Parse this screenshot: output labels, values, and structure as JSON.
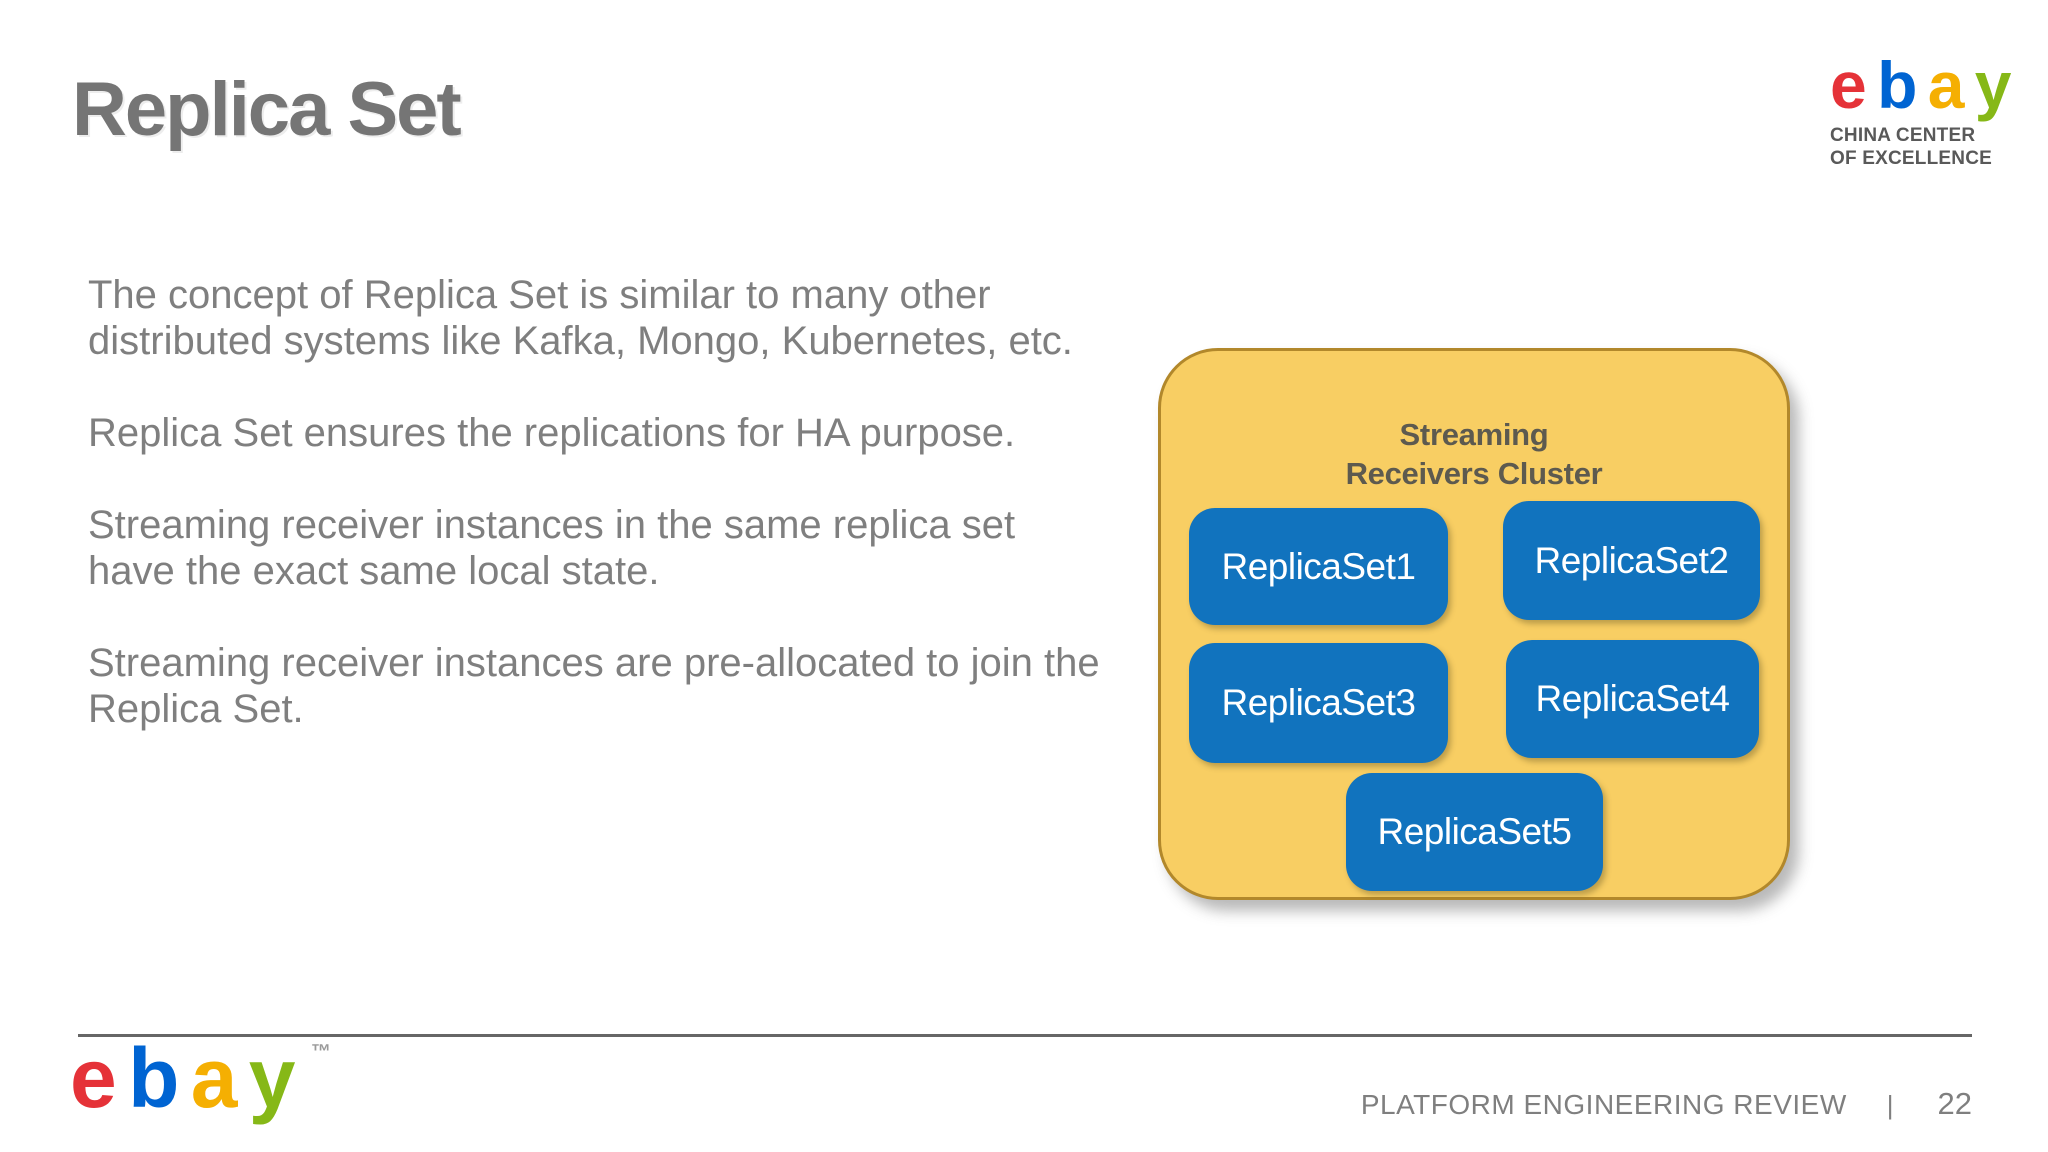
{
  "header": {
    "title": "Replica Set"
  },
  "brand": {
    "letters": [
      {
        "char": "e",
        "color": "#E53238"
      },
      {
        "char": "b",
        "color": "#0064D2"
      },
      {
        "char": "a",
        "color": "#F5AF02"
      },
      {
        "char": "y",
        "color": "#86B817"
      }
    ],
    "trademark": "™",
    "coe_line1": "CHINA CENTER",
    "coe_line2": "OF EXCELLENCE"
  },
  "content": {
    "paragraphs": [
      {
        "lines": [
          "The concept of Replica Set is similar to many other",
          "distributed systems like Kafka, Mongo, Kubernetes, etc."
        ]
      },
      {
        "lines": [
          "Replica Set ensures the replications for HA purpose."
        ]
      },
      {
        "lines": [
          "Streaming receiver instances in the same replica set",
          "have the exact same local state."
        ]
      },
      {
        "lines": [
          "Streaming receiver instances are pre-allocated to join the",
          "Replica Set."
        ]
      }
    ]
  },
  "diagram": {
    "title_line1": "Streaming",
    "title_line2": "Receivers Cluster",
    "nodes": [
      "ReplicaSet1",
      "ReplicaSet2",
      "ReplicaSet3",
      "ReplicaSet4",
      "ReplicaSet5"
    ],
    "colors": {
      "cluster_fill": "#F8CE63",
      "cluster_border": "#B2882B",
      "cluster_title_text": "#5D5A4F",
      "node_fill": "#1173BE",
      "node_text": "#FFFFFF"
    }
  },
  "footer": {
    "review_label": "PLATFORM ENGINEERING REVIEW",
    "separator": "|",
    "page_number": "22"
  },
  "theme": {
    "title_gray": "#757575",
    "body_gray": "#7F7F7F",
    "tagline_gray": "#595959",
    "divider_gray": "#666666"
  }
}
